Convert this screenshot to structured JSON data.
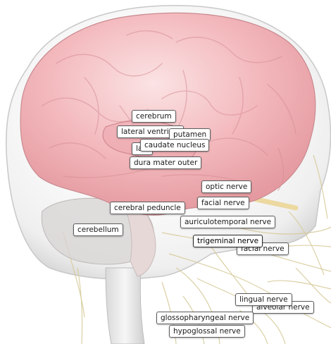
{
  "colors": {
    "brain_fill": "#f4b8bc",
    "brain_highlight": "#fbe1e2",
    "head_shell": "#e8e8e8",
    "nerve": "#d8cc9c",
    "optic_nerve": "#ecd9a0",
    "label_border": "#5e5e5e",
    "label_bg": "#ffffff"
  },
  "labels": {
    "cerebrum": "cerebrum",
    "lateral_ventricle": "lateral ventricle",
    "putamen": "putamen",
    "lateral_ventricle_2": "lateral ventricle",
    "caudate_nucleus": "caudate nucleus",
    "dura_mater_outer": "dura mater outer",
    "optic_nerve": "optic nerve",
    "facial_nerve": "facial nerve",
    "cerebral_peduncle": "cerebral peduncle",
    "cerebellum": "cerebellum",
    "auriculotemporal_nerve": "auriculotemporal nerve",
    "trigeminal_nerve": "trigeminal nerve",
    "facial_nerve_2": "facial nerve",
    "lingual_nerve": "lingual nerve",
    "alveolar_nerve": "alveolar nerve",
    "glossopharyngeal_nerve": "glossopharyngeal nerve",
    "hypoglossal_nerve": "hypoglossal nerve"
  }
}
